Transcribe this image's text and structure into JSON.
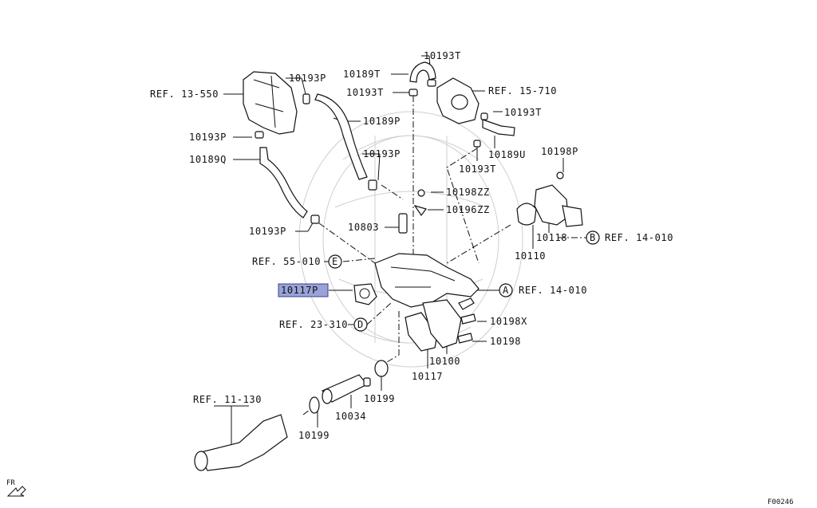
{
  "callouts": [
    {
      "id": "ref_13_550",
      "text": "REF. 13-550"
    },
    {
      "id": "p10193p_a",
      "text": "10193P"
    },
    {
      "id": "p10193p_b",
      "text": "10193P"
    },
    {
      "id": "p10189q",
      "text": "10189Q"
    },
    {
      "id": "p10189p",
      "text": "10189P"
    },
    {
      "id": "p10193p_c",
      "text": "10193P"
    },
    {
      "id": "p10193p_d",
      "text": "10193P"
    },
    {
      "id": "p10189t",
      "text": "10189T"
    },
    {
      "id": "p10193t_a",
      "text": "10193T"
    },
    {
      "id": "p10193t_b",
      "text": "10193T"
    },
    {
      "id": "ref_15_710",
      "text": "REF. 15-710"
    },
    {
      "id": "p10193t_c",
      "text": "10193T"
    },
    {
      "id": "p10189u",
      "text": "10189U"
    },
    {
      "id": "p10193t_d",
      "text": "10193T"
    },
    {
      "id": "p10198p",
      "text": "10198P"
    },
    {
      "id": "p10198zz",
      "text": "10198ZZ"
    },
    {
      "id": "p10196zz",
      "text": "10196ZZ"
    },
    {
      "id": "p10803",
      "text": "10803"
    },
    {
      "id": "p10118",
      "text": "10118"
    },
    {
      "id": "ref_14_010_b",
      "text": "REF. 14-010"
    },
    {
      "id": "p10110",
      "text": "10110"
    },
    {
      "id": "ref_55_010",
      "text": "REF. 55-010"
    },
    {
      "id": "p10117p",
      "text": "10117P"
    },
    {
      "id": "ref_14_010_a",
      "text": "REF. 14-010"
    },
    {
      "id": "ref_23_310",
      "text": "REF. 23-310"
    },
    {
      "id": "p10198x",
      "text": "10198X"
    },
    {
      "id": "p10198",
      "text": "10198"
    },
    {
      "id": "p10100",
      "text": "10100"
    },
    {
      "id": "p10117",
      "text": "10117"
    },
    {
      "id": "ref_11_130",
      "text": "REF. 11-130"
    },
    {
      "id": "p10199_a",
      "text": "10199"
    },
    {
      "id": "p10034",
      "text": "10034"
    },
    {
      "id": "p10199_b",
      "text": "10199"
    }
  ],
  "markers": {
    "a": "A",
    "b": "B",
    "d": "D",
    "e": "E"
  },
  "orientation": "FR",
  "figure_code": "F00246",
  "highlight_color": "#9aa3d8"
}
